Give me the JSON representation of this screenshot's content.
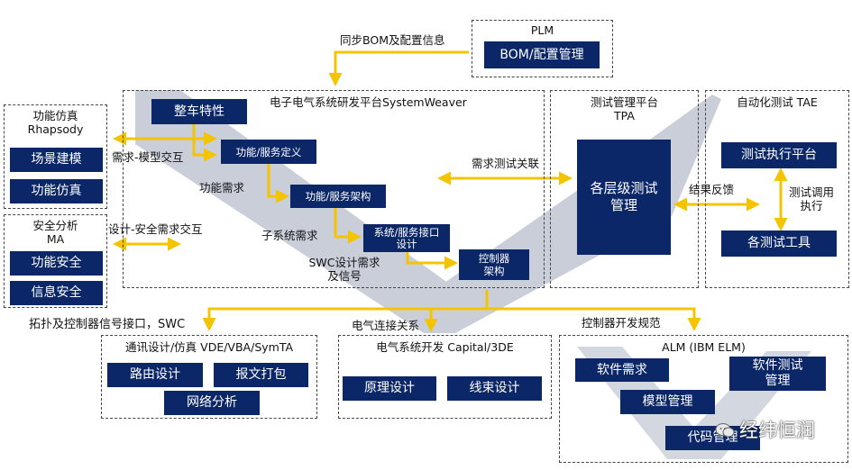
{
  "plm": {
    "title": "PLM",
    "bom": "BOM/配置管理"
  },
  "sync_label": "同步BOM及配置信息",
  "systemweaver": {
    "title": "电子电气系统研发平台SystemWeaver",
    "vehicle": "整车特性",
    "func_def": "功能/服务定义",
    "func_req": "功能需求",
    "func_arch": "功能/服务架构",
    "subsys_req": "子系统需求",
    "sys_if_1": "系统/服务接口",
    "sys_if_2": "设计",
    "ctrl_1": "控制器",
    "ctrl_2": "架构",
    "swc_1": "SWC设计需求",
    "swc_2": "及信号"
  },
  "rhapsody": {
    "title_1": "功能仿真",
    "title_2": "Rhapsody",
    "scene": "场景建模",
    "sim": "功能仿真"
  },
  "ma": {
    "title_1": "安全分析",
    "title_2": "MA",
    "func_safety": "功能安全",
    "info_safety": "信息安全"
  },
  "req_model_label": "需求-模型交互",
  "design_safety_label": "设计-安全需求交互",
  "req_test_label": "需求测试关联",
  "tpa": {
    "title_1": "测试管理平台",
    "title_2": "TPA",
    "box_1": "各层级测试",
    "box_2": "管理"
  },
  "tae": {
    "title": "自动化测试 TAE",
    "exec": "测试执行平台",
    "tools": "各测试工具",
    "call_1": "测试调用",
    "call_2": "执行"
  },
  "feedback_label": "结果反馈",
  "topology_label": "拓扑及控制器信号接口，SWC",
  "elec_label": "电气连接关系",
  "ctrl_spec_label": "控制器开发规范",
  "vde": {
    "title": "通讯设计/仿真 VDE/VBA/SymTA",
    "routing": "路由设计",
    "packing": "报文打包",
    "network": "网络分析"
  },
  "capital": {
    "title": "电气系统开发 Capital/3DE",
    "schematic": "原理设计",
    "harness": "线束设计"
  },
  "alm": {
    "title": "ALM (IBM ELM)",
    "sw_req": "软件需求",
    "sw_test_1": "软件测试",
    "sw_test_2": "管理",
    "model": "模型管理",
    "code": "代码管理"
  },
  "watermark": "经纬恒润",
  "colors": {
    "block": "#0b2768",
    "arrow": "#f5c400",
    "vee": "#c9ced8",
    "dash": "#444444"
  }
}
